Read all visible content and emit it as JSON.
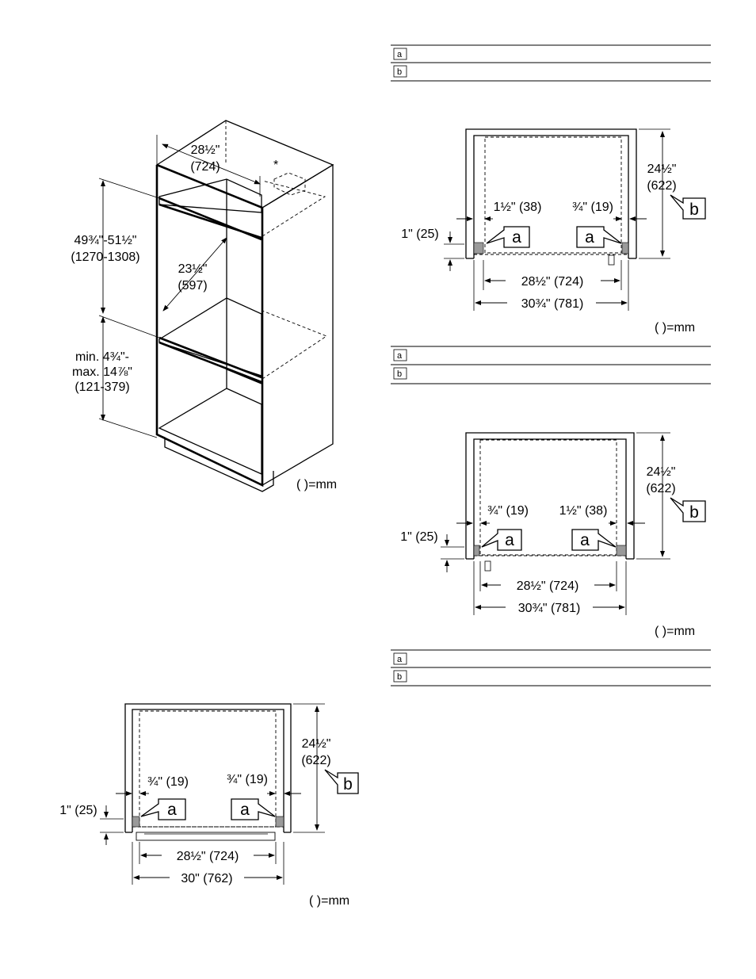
{
  "oven_cabinet": {
    "width": "28½\"",
    "width_mm": "(724)",
    "star": "*",
    "height": "49¾\"-51½\"",
    "height_mm": "(1270-1308)",
    "depth": "23½\"",
    "depth_mm": "(597)",
    "base_min": "min. 4¾\"-",
    "base_max": "max. 14⅞\"",
    "base_mm": "(121-379)",
    "unit_note": "( )=mm"
  },
  "legend_1": {
    "a": "a",
    "b": "b"
  },
  "legend_2": {
    "a": "a",
    "b": "b"
  },
  "legend_3": {
    "a": "a",
    "b": "b"
  },
  "plan_1": {
    "depth": "24½\"",
    "depth_mm": "(622)",
    "left_gap": "1½\" (38)",
    "right_gap": "¾\" (19)",
    "front": "1\" (25)",
    "inner_width": "28½\" (724)",
    "outer_width": "30¾\" (781)",
    "label_a": "a",
    "label_b": "b",
    "unit_note": "( )=mm"
  },
  "plan_2": {
    "depth": "24½\"",
    "depth_mm": "(622)",
    "left_gap": "¾\" (19)",
    "right_gap": "1½\" (38)",
    "front": "1\" (25)",
    "inner_width": "28½\" (724)",
    "outer_width": "30¾\" (781)",
    "label_a": "a",
    "label_b": "b",
    "unit_note": "( )=mm"
  },
  "plan_3": {
    "depth": "24½\"",
    "depth_mm": "(622)",
    "left_gap": "¾\" (19)",
    "right_gap": "¾\" (19)",
    "front": "1\" (25)",
    "inner_width": "28½\" (724)",
    "outer_width": "30\" (762)",
    "label_a": "a",
    "label_b": "b",
    "unit_note": "( )=mm"
  }
}
